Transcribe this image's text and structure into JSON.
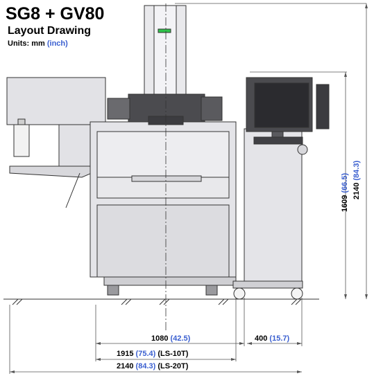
{
  "title": "SG8 + GV80",
  "subtitle": "Layout Drawing",
  "units": {
    "label": "Units: mm",
    "inch": "(inch)"
  },
  "dimensions": {
    "width_machine": {
      "mm": "1080",
      "inch": "(42.5)"
    },
    "width_monitor": {
      "mm": "400",
      "inch": "(15.7)"
    },
    "total_ls10t": {
      "mm": "1915",
      "inch": "(75.4)",
      "model": "(LS-10T)"
    },
    "total_ls20t": {
      "mm": "2140",
      "inch": "(84.3)",
      "model": "(LS-20T)"
    },
    "height_table": {
      "mm": "1609",
      "inch": "(66.5)"
    },
    "height_total": {
      "mm": "2140",
      "inch": "(84.3)"
    }
  },
  "colors": {
    "machine_fill": "#e4e4e8",
    "machine_dark": "#4b4b4f",
    "outline": "#333333",
    "inch_blue": "#3a5fd0",
    "indicator_green": "#2fc24a"
  }
}
